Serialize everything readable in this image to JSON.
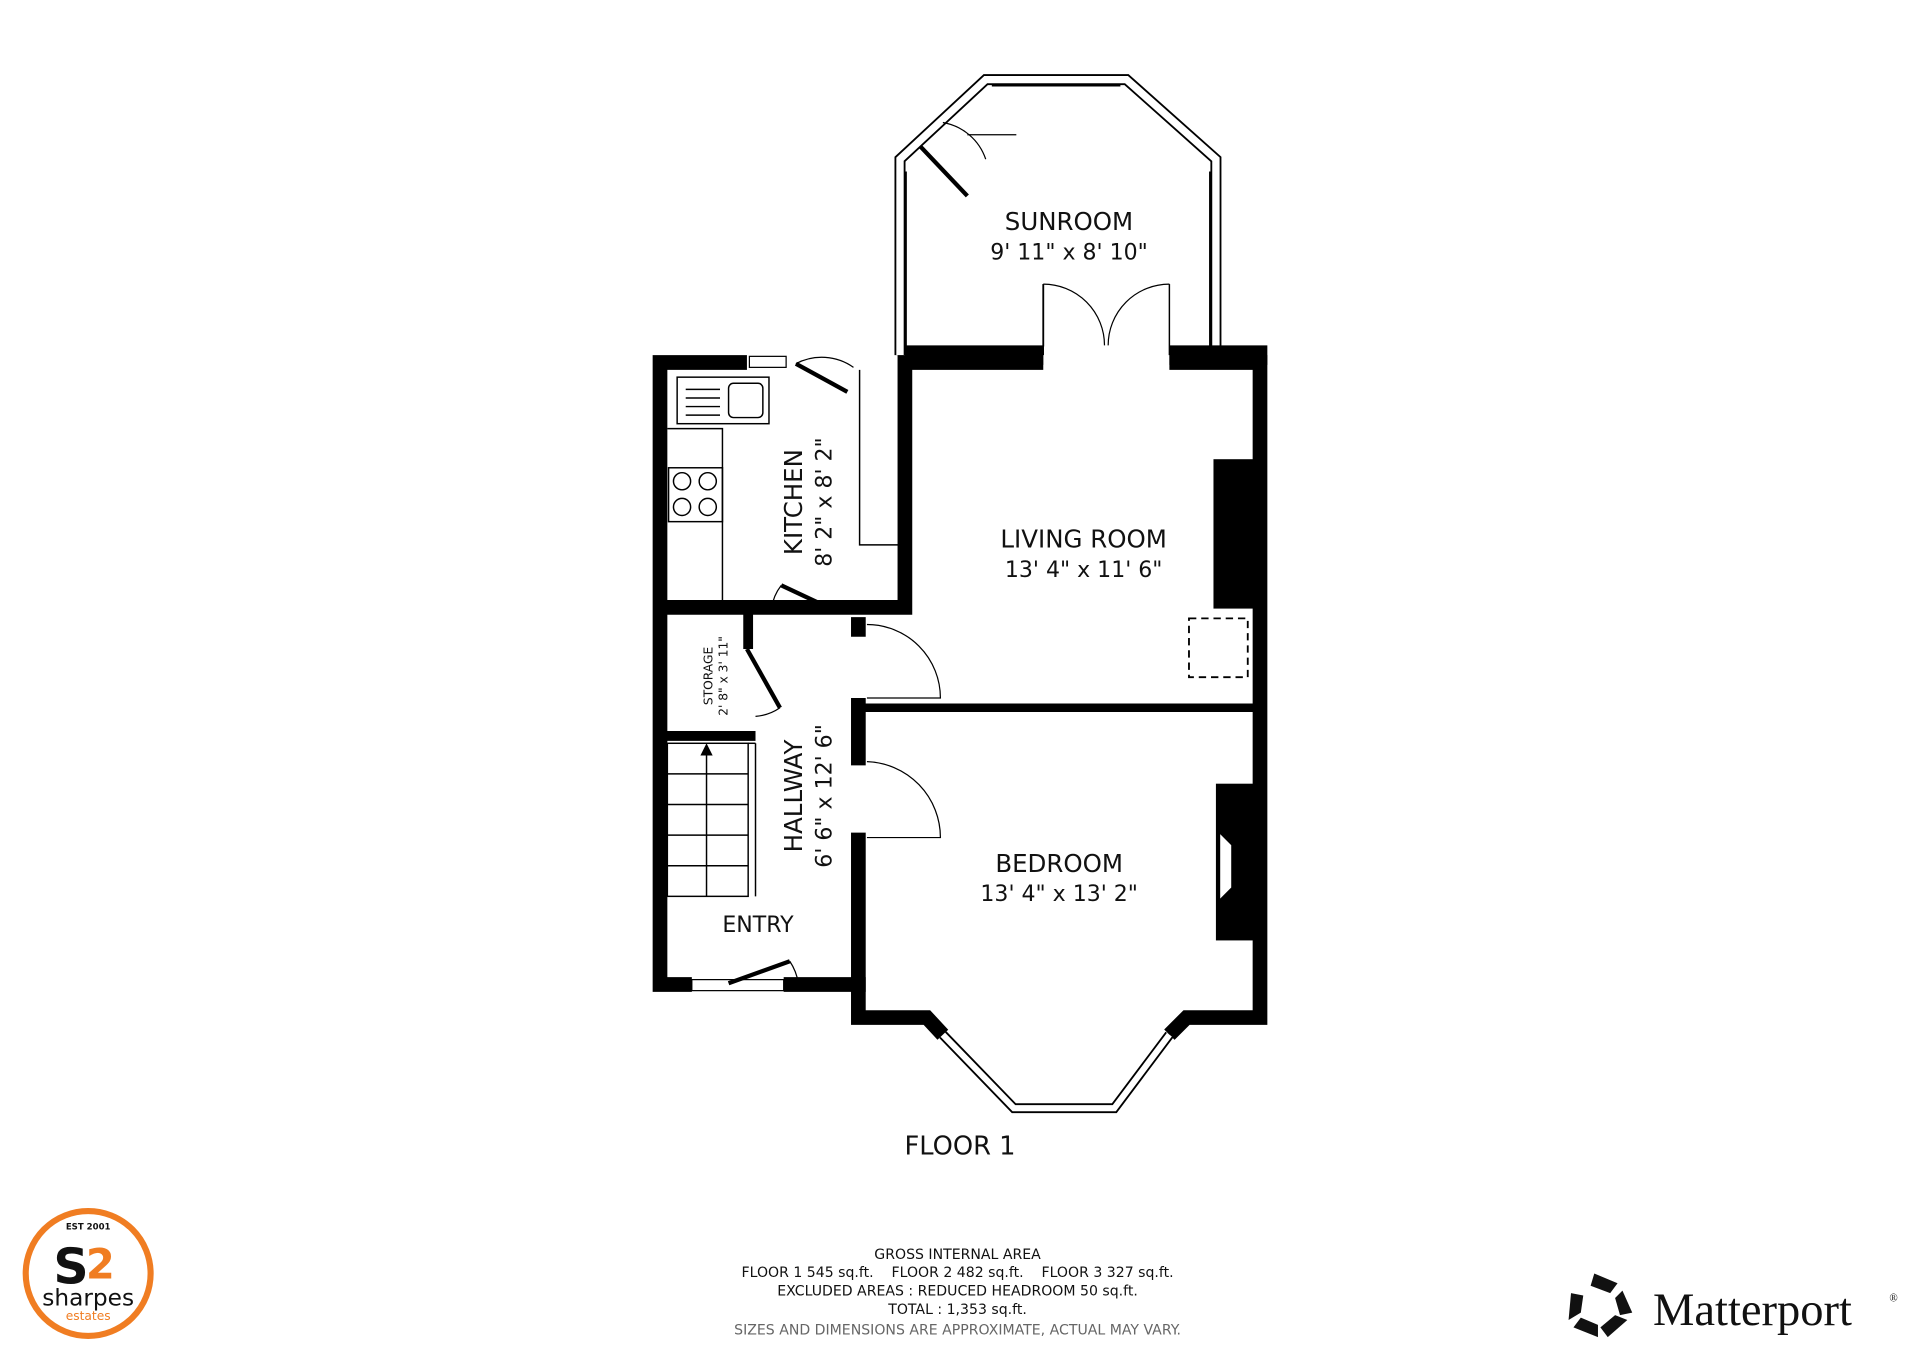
{
  "rooms": {
    "sunroom": {
      "name": "SUNROOM",
      "size": "9' 11\" x 8' 10\""
    },
    "kitchen": {
      "name": "KITCHEN",
      "size": "8' 2\" x 8' 2\""
    },
    "living_room": {
      "name": "LIVING ROOM",
      "size": "13' 4\" x 11' 6\""
    },
    "storage": {
      "name": "STORAGE",
      "size": "2' 8\" x 3' 11\""
    },
    "hallway": {
      "name": "HALLWAY",
      "size": "6' 6\" x 12' 6\""
    },
    "bedroom": {
      "name": "BEDROOM",
      "size": "13' 4\" x 13' 2\""
    },
    "entry": {
      "name": "ENTRY"
    }
  },
  "floor_label": "FLOOR 1",
  "area": {
    "heading": "GROSS INTERNAL AREA",
    "floors": "FLOOR 1 545 sq.ft.    FLOOR 2 482 sq.ft.    FLOOR 3 327 sq.ft.",
    "excluded": "EXCLUDED AREAS :  REDUCED HEADROOM 50 sq.ft.",
    "total": "TOTAL :  1,353 sq.ft.",
    "disclaimer": "SIZES AND DIMENSIONS ARE APPROXIMATE, ACTUAL MAY VARY."
  },
  "agent_logo": {
    "est": "EST 2001",
    "name": "sharpes",
    "sub": "estates",
    "color": "#f07d22"
  },
  "matterport_logo": {
    "name": "Matterport",
    "mark": "®"
  }
}
